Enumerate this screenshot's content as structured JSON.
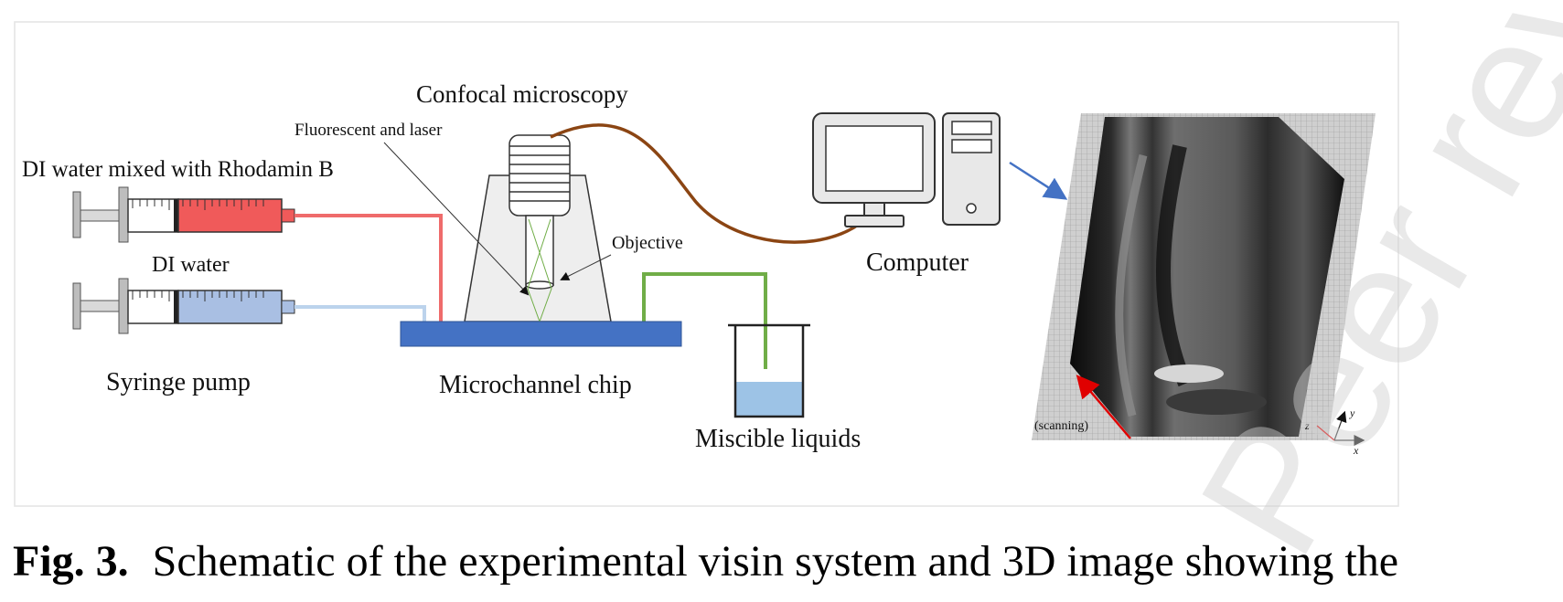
{
  "labels": {
    "confocal": "Confocal microscopy",
    "fluorescent": "Fluorescent and laser",
    "di_rhodamine": "DI water mixed with Rhodamin B",
    "di_water": "DI water",
    "objective": "Objective",
    "syringe_pump": "Syringe pump",
    "chip": "Microchannel chip",
    "miscible": "Miscible liquids",
    "computer": "Computer",
    "scanning": "(scanning)",
    "axis_x": "x",
    "axis_y": "y",
    "axis_z": "z"
  },
  "caption": {
    "figure_label": "Fig. 3.",
    "text": "Schematic of the experimental visin system and 3D image showing the"
  },
  "colors": {
    "rhodamine_fluid": "#f05a5a",
    "water_fluid": "#a9bfe3",
    "red_tube": "#ef6b6b",
    "blue_tube": "#bcd3ec",
    "green_tube": "#70ad47",
    "brown_cable": "#8b4513",
    "chip_blue": "#4472c4",
    "beaker_liquid": "#9dc3e6",
    "watermark": "#cfcfcf"
  },
  "watermark": "Peer reviewed"
}
